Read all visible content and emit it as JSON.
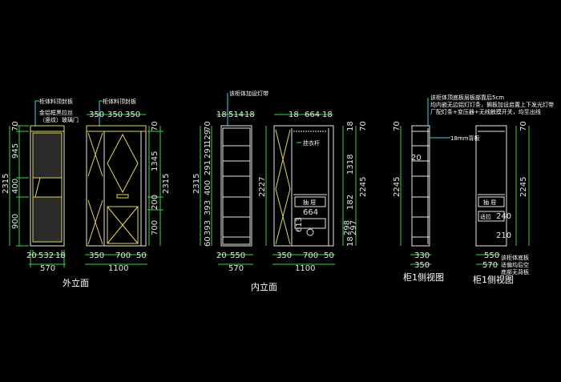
{
  "colors": {
    "background": "#000000",
    "outline": "#e6e6e6",
    "accent_yellow": "#e0d85a",
    "dimension_green": "#3fd24a",
    "dimension_cyan": "#39d7e4",
    "glass_fill": "#2a2a2a"
  },
  "captions": {
    "exterior": "外立面",
    "interior": "内立面",
    "side1": "柜1侧视图",
    "side2": "柜1侧视图"
  },
  "notes": {
    "board_top_1": "柜体料顶封板",
    "glass_door_1": "金铝框黑拉丝",
    "glass_door_2": "（竖纹）玻璃门",
    "board_top_2": "柜体料顶封板",
    "light_strip": "该柜体加设灯带",
    "side_note_1": "该柜体顶底板层板部靠后5cm",
    "side_note_2": "均内嵌无边铝灯灯条，搁板加设启置上下发光灯带",
    "side_note_3": "厂配灯条+变压器+无线触摸开关，均至出线",
    "backboard": "18mm背板",
    "hanging_rod": "挂衣杆",
    "drawer": "抽 屉",
    "drawer2": "抽 屉",
    "pullout": "适拉",
    "bottom_note_1": "该柜体底板",
    "bottom_note_2": "适偏均后空",
    "bottom_note_3": "底部无背板"
  },
  "dims": {
    "ext_left_top": "70",
    "ext_left_945": "945",
    "ext_left_2315": "2315",
    "ext_left_400": "400",
    "ext_left_900": "900",
    "ext_bottom_20": "20",
    "ext_bottom_532": "532",
    "ext_bottom_18": "18",
    "ext_total_570": "570",
    "ext2_top_350a": "350",
    "ext2_top_350b": "350",
    "ext2_top_350c": "350",
    "ext2_right_70": "70",
    "ext2_right_1345": "1345",
    "ext2_right_2315": "2315",
    "ext2_right_200": "200",
    "ext2_right_700": "700",
    "ext2_bottom_350": "350",
    "ext2_bottom_700": "700",
    "ext2_bottom_50": "50",
    "ext2_total_1100": "1100",
    "int_top_18a": "18",
    "int_top_514": "514",
    "int_top_18b": "18",
    "int_left_70": "70",
    "int_left_129": "129",
    "int_left_291a": "291",
    "int_left_291b": "291",
    "int_left_2315": "2315",
    "int_left_400": "400",
    "int_left_393": "393",
    "int_left_393b": "393",
    "int_left_60": "60",
    "int_bottom_20": "20",
    "int_bottom_550": "550",
    "int_total_570": "570",
    "int2_top_18a": "18",
    "int2_top_664": "664",
    "int2_top_18b": "18",
    "int2_left_2227": "2227",
    "int2_right_18": "18",
    "int2_right_70": "70",
    "int2_right_1318": "1318",
    "int2_right_2245": "2245",
    "int2_right_182": "182",
    "int2_right_298": "298",
    "int2_right_297": "297",
    "int2_right_18b": "18",
    "int2_664": "664",
    "int2_613": "613",
    "int2_bottom_350": "350",
    "int2_bottom_700": "700",
    "int2_bottom_50": "50",
    "int2_total_1100": "1100",
    "side1_left_70": "70",
    "side1_left_2245": "2245",
    "side1_20": "20",
    "side1_bottom_330": "330",
    "side1_bottom_350": "350",
    "side2_right_70": "70",
    "side2_right_2245": "2245",
    "side2_240": "240",
    "side2_210": "210",
    "side2_bottom_550": "550",
    "side2_bottom_570": "570"
  }
}
